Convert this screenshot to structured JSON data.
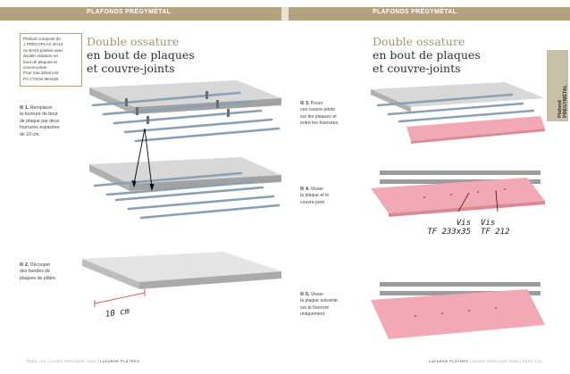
{
  "header": {
    "left_label": "PLAFONDS PRÉGYMÉTAL",
    "right_label": "PLAFONDS PRÉGYMÉTAL"
  },
  "note": {
    "lines": [
      "Plafond composé de",
      "1 PRÉGYPLAC BA13",
      "ou BA15 posées avec",
      "double ossature en",
      "bout de plaques et",
      "couvre-joints.",
      "Pour tout détail voir",
      "PV CTICM 98A535"
    ]
  },
  "title_left": {
    "line1": "Double ossature",
    "line2": "en bout de plaques",
    "line3": "et couvre-joints"
  },
  "title_right": {
    "line1": "Double ossature",
    "line2": "en bout de plaques",
    "line3": "et couvre-joints"
  },
  "steps": [
    {
      "num": "1.",
      "lines": [
        "Remplacer",
        "la fourrure de bout",
        "de plaque par deux",
        "fourrures espacées",
        "de 10 cm."
      ]
    },
    {
      "num": "2.",
      "lines": [
        "Découper",
        "des bandes de",
        "plaques de plâtre."
      ]
    },
    {
      "num": "3.",
      "lines": [
        "Poser",
        "ces couvre-joints",
        "sur les plaques et",
        "entre les fourrures."
      ]
    },
    {
      "num": "4.",
      "lines": [
        "Visser",
        "la plaque et le",
        "couvre-joint."
      ]
    },
    {
      "num": "5.",
      "lines": [
        "Visser",
        "la plaque suivante",
        "sur la fourrure",
        "uniquement."
      ]
    }
  ],
  "annotations": {
    "strip_width": "10 cm",
    "screw_left_1": "Vis",
    "screw_left_2": "TF 233x35",
    "screw_right_1": "Vis",
    "screw_right_2": "TF 212"
  },
  "side_tab": {
    "line1": "Plafond",
    "line2": "PRÉGYMÉTAL"
  },
  "footer": {
    "left_page": "PAGE 118",
    "left_text": "GUIDE PRATIQUE 2008",
    "left_brand": "LAFARGE PLÂTRES",
    "right_brand": "LAFARGE PLÂTRES",
    "right_text": "GUIDE PRATIQUE 2008",
    "right_page": "PAGE 119"
  },
  "colors": {
    "accent_gold": "#b3a27c",
    "plate_pink": "#f2a9b3",
    "concrete": "#c4c4c4",
    "rail_blue": "#9aaec0"
  }
}
